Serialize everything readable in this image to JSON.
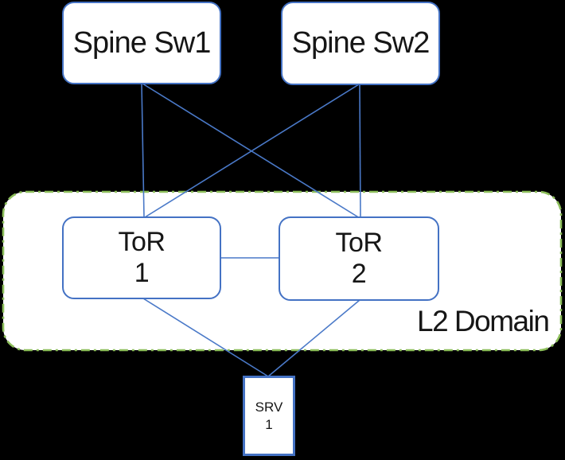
{
  "diagram": {
    "kind": "network-topology",
    "colors": {
      "background": "#000000",
      "node_fill": "#FFFFFF",
      "node_border_blue": "#4472C4",
      "link_blue": "#4A79C8",
      "domain_border_green": "#8CBE5A",
      "text": "#161616"
    },
    "nodes": {
      "spine1": {
        "label": "Spine Sw1"
      },
      "spine2": {
        "label": "Spine Sw2"
      },
      "tor1": {
        "line1": "ToR",
        "line2": "1"
      },
      "tor2": {
        "line1": "ToR",
        "line2": "2"
      },
      "srv1": {
        "line1": "SRV",
        "line2": "1"
      }
    },
    "domain": {
      "label": "L2 Domain"
    },
    "edges": [
      {
        "from": "spine-sw1",
        "to": "tor-1"
      },
      {
        "from": "spine-sw1",
        "to": "tor-2"
      },
      {
        "from": "spine-sw2",
        "to": "tor-1"
      },
      {
        "from": "spine-sw2",
        "to": "tor-2"
      },
      {
        "from": "tor-1",
        "to": "tor-2"
      },
      {
        "from": "tor-1",
        "to": "srv-1"
      },
      {
        "from": "tor-2",
        "to": "srv-1"
      }
    ]
  }
}
